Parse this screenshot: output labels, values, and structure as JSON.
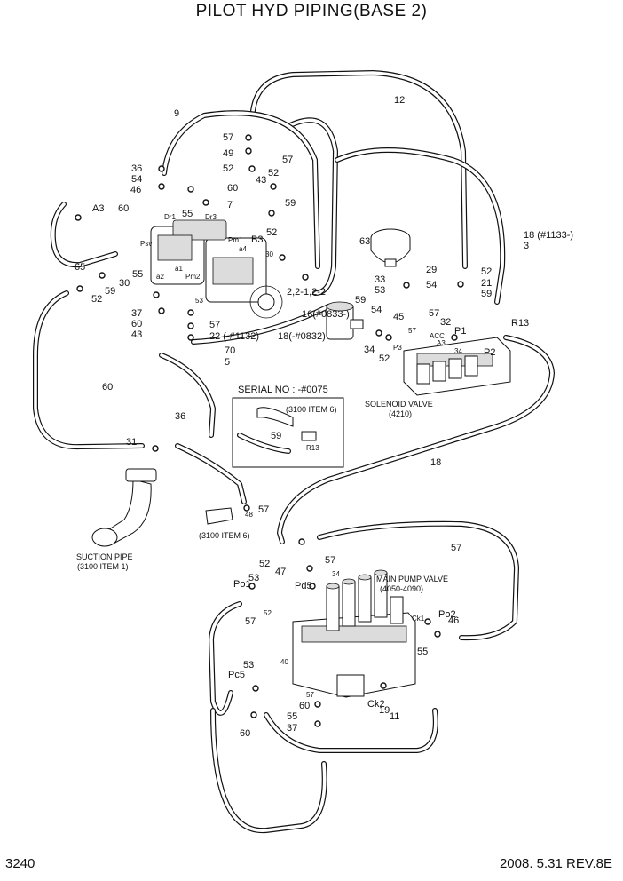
{
  "title": "PILOT HYD PIPING(BASE 2)",
  "footer": {
    "page": "3240",
    "date_rev": "2008. 5.31  REV.8E"
  },
  "callouts": [
    "12",
    "9",
    "57",
    "49",
    "52",
    "43",
    "57",
    "52",
    "59",
    "36",
    "54",
    "46",
    "60",
    "55",
    "7",
    "60",
    "A3",
    "Dr1",
    "Dr3",
    "Psv",
    "Pm1",
    "a4",
    "30",
    "52",
    "B3",
    "a2",
    "a1",
    "Pm2",
    "53",
    "30",
    "65",
    "59",
    "52",
    "55",
    "37",
    "60",
    "43",
    "57",
    "22 (-#1132)",
    "18 (#1133-)",
    "3",
    "63",
    "33",
    "29",
    "53",
    "54",
    "59",
    "54",
    "45",
    "2,2-1,2-2",
    "16(#0833-)",
    "18(-#0832)",
    "70",
    "5",
    "60",
    "36",
    "31",
    "34",
    "52",
    "57",
    "32",
    "P1",
    "P2",
    "P3",
    "ACC",
    "A3",
    "57",
    "34",
    "52",
    "21",
    "59",
    "R13",
    "18",
    "57",
    "48",
    "57",
    "52",
    "47",
    "57",
    "Pd5",
    "53",
    "Po1",
    "52",
    "57",
    "34",
    "Po2",
    "46",
    "55",
    "Ck1",
    "Pc5",
    "53",
    "40",
    "57",
    "60",
    "55",
    "37",
    "60",
    "Ck2",
    "19",
    "11"
  ],
  "notes": {
    "serial": "SERIAL NO : -#0075",
    "item6_a": "(3100 ITEM 6)",
    "item6_b": "(3100 ITEM 6)",
    "suction_line1": "SUCTION PIPE",
    "suction_line2": "(3100 ITEM 1)",
    "solenoid_line1": "SOLENOID VALVE",
    "solenoid_line2": "(4210)",
    "mainpump_line1": "MAIN PUMP VALVE",
    "mainpump_line2": "(4050-4090)",
    "serial_59": "59",
    "serial_r13": "R13"
  }
}
